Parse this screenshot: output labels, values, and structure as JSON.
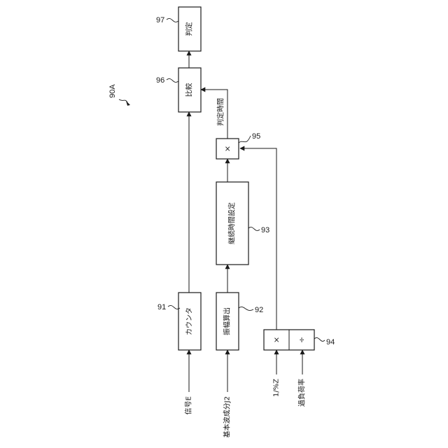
{
  "figure_label": "90A",
  "blocks": {
    "counter": {
      "label": "カウンタ",
      "ref": "91"
    },
    "amplitude": {
      "label": "振幅算出",
      "ref": "92"
    },
    "duration_setting": {
      "label": "継続時間設定",
      "ref": "93"
    },
    "calc": {
      "multiply": "×",
      "divide": "÷",
      "ref": "94"
    },
    "multiplier": {
      "label": "×",
      "ref": "95"
    },
    "compare": {
      "label": "比較",
      "ref": "96"
    },
    "judge": {
      "label": "判定",
      "ref": "97"
    }
  },
  "inputs": {
    "signal": "信号E",
    "fundamental": "基本波成分J2",
    "impedance": "1/%Z",
    "overload": "過負荷率"
  },
  "labels": {
    "judgment_time": "判定時間"
  }
}
